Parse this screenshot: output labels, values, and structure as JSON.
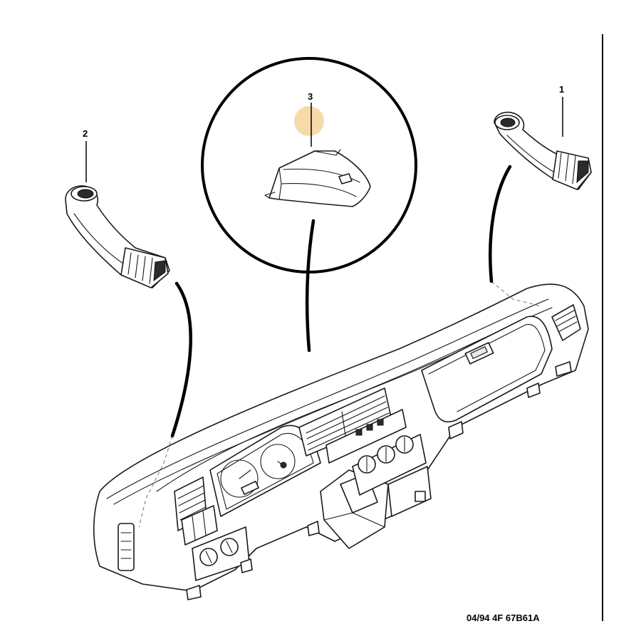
{
  "callouts": [
    {
      "id": "1",
      "label": "1"
    },
    {
      "id": "2",
      "label": "2"
    },
    {
      "id": "3",
      "label": "3"
    }
  ],
  "reference_code": "04/94 4F 67B61A",
  "colors": {
    "line": "#1a1a1a",
    "highlight": "#f5d49a",
    "background": "#ffffff"
  },
  "icons": {
    "part_1": "right-side-air-duct",
    "part_2": "left-side-air-duct",
    "part_3": "dashboard-cover-cap",
    "assembly": "dashboard-assembly"
  }
}
